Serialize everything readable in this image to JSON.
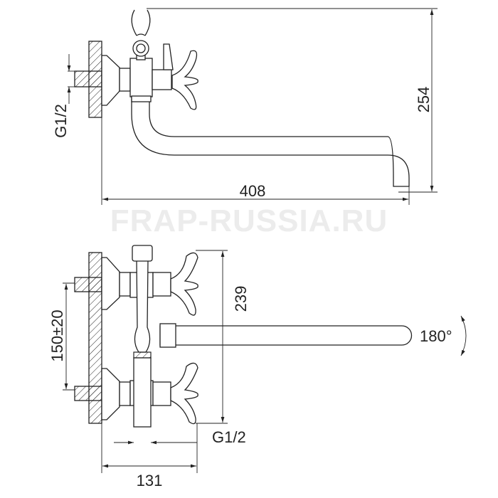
{
  "watermark": "FRAP-RUSSIA.RU",
  "top_view": {
    "dim_height": "254",
    "dim_length": "408",
    "thread_label": "G1/2"
  },
  "front_view": {
    "dim_height": "239",
    "dim_spacing": "150±20",
    "dim_depth": "131",
    "thread_label": "G1/2",
    "rotation_label": "180°"
  }
}
